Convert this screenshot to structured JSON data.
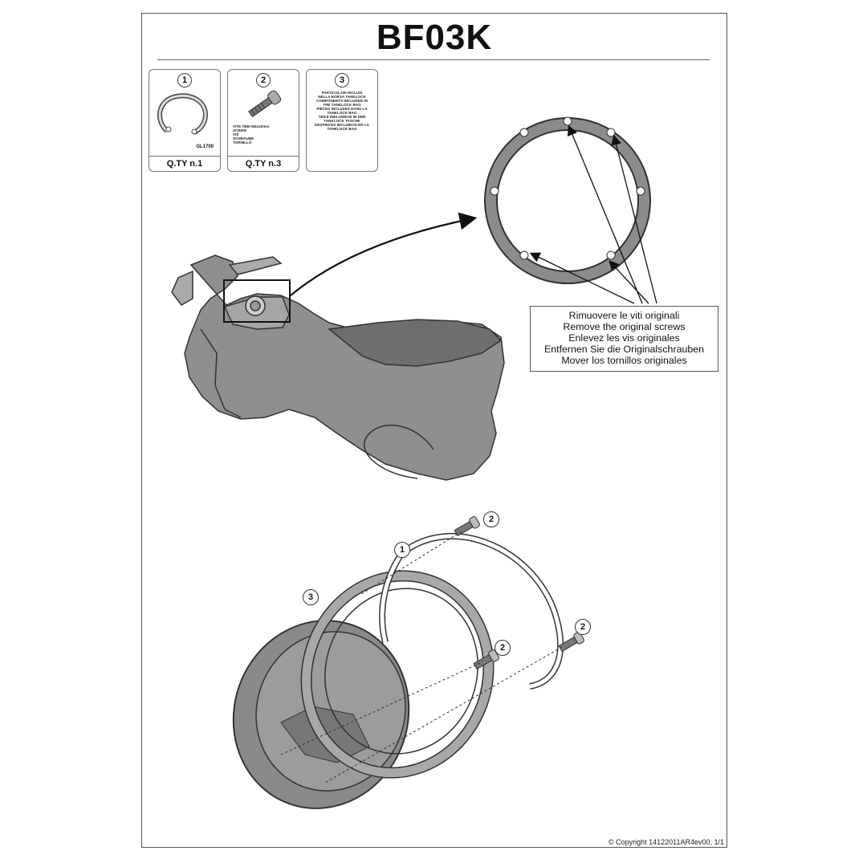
{
  "title": "BF03K",
  "parts": [
    {
      "number": "1",
      "code": "GL1700",
      "qty": "Q.TY n.1"
    },
    {
      "number": "2",
      "lines": [
        "VITE TBEI M4x20mm",
        "SCREW",
        "VIS",
        "SCHRAUBE",
        "TORNILLO"
      ],
      "qty": "Q.TY n.3"
    },
    {
      "number": "3",
      "lines": [
        "PARTICOLARI INCLUSI",
        "NELLA BORSA TANKLOCK",
        "COMPONENTS INCLUDED IN",
        "THE TANKLOCK BAG",
        "PIÈCES INCLUSES DANS LA",
        "TANKLOCK BAG",
        "TEILE INKLUSIEVE IN DER",
        "TANKLOCK TASCHE",
        "DESPIECES INCLUIDOS EN LA",
        "TANKLOCK BAG"
      ]
    }
  ],
  "callout": {
    "lines": [
      "Rimuovere le viti originali",
      "Remove the original screws",
      "Enlevez  les vis originales",
      "Entfernen Sie die Originalschrauben",
      "Mover los tornillos originales"
    ]
  },
  "assembly_labels": {
    "ring": "1",
    "screw": "2",
    "tanklock": "3"
  },
  "copyright": "© Copyright 14122011AR4ev00, 1/1"
}
